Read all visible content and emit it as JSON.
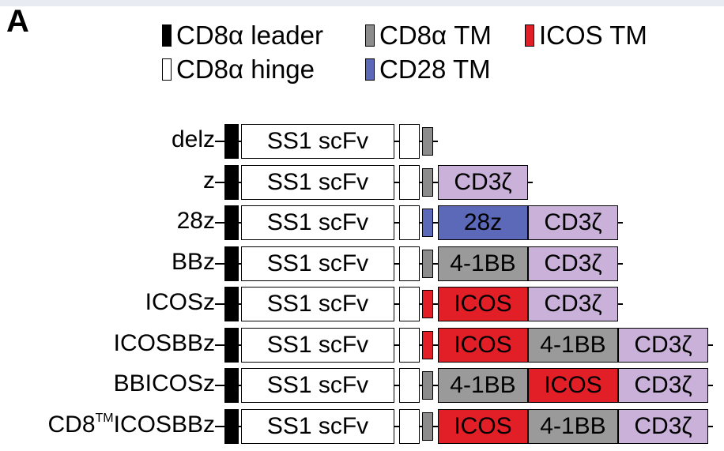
{
  "panel_letter": "A",
  "colors": {
    "leader": "#000000",
    "hinge": "#ffffff",
    "cd8_tm": "#8c8c8c",
    "cd28_tm": "#5b69b8",
    "icos_tm": "#e21f26",
    "scfv": "#ffffff",
    "28z": "#5b69b8",
    "4-1BB": "#9a9a9a",
    "ICOS": "#e21f26",
    "CD3z": "#c9b1d9"
  },
  "legend": {
    "leader": "CD8α leader",
    "cd8_tm": "CD8α TM",
    "icos_tm": "ICOS TM",
    "hinge": "CD8α hinge",
    "cd28_tm": "CD28 TM"
  },
  "constructs": [
    {
      "label": "delz",
      "label_sup": "",
      "label_rest": "",
      "tm": "cd8_tm",
      "domains": []
    },
    {
      "label": "z",
      "label_sup": "",
      "label_rest": "",
      "tm": "cd8_tm",
      "domains": [
        "CD3ζ"
      ]
    },
    {
      "label": "28z",
      "label_sup": "",
      "label_rest": "",
      "tm": "cd28_tm",
      "domains": [
        "28z",
        "CD3ζ"
      ]
    },
    {
      "label": "BBz",
      "label_sup": "",
      "label_rest": "",
      "tm": "cd8_tm",
      "domains": [
        "4-1BB",
        "CD3ζ"
      ]
    },
    {
      "label": "ICOSz",
      "label_sup": "",
      "label_rest": "",
      "tm": "icos_tm",
      "domains": [
        "ICOS",
        "CD3ζ"
      ]
    },
    {
      "label": "ICOSBBz",
      "label_sup": "",
      "label_rest": "",
      "tm": "icos_tm",
      "domains": [
        "ICOS",
        "4-1BB",
        "CD3ζ"
      ]
    },
    {
      "label": "BBICOSz",
      "label_sup": "",
      "label_rest": "",
      "tm": "cd8_tm",
      "domains": [
        "4-1BB",
        "ICOS",
        "CD3ζ"
      ]
    },
    {
      "label": "CD8",
      "label_sup": "TM",
      "label_rest": "ICOSBBz",
      "tm": "cd8_tm",
      "domains": [
        "ICOS",
        "4-1BB",
        "CD3ζ"
      ]
    }
  ],
  "scfv_label": "SS1 scFv"
}
